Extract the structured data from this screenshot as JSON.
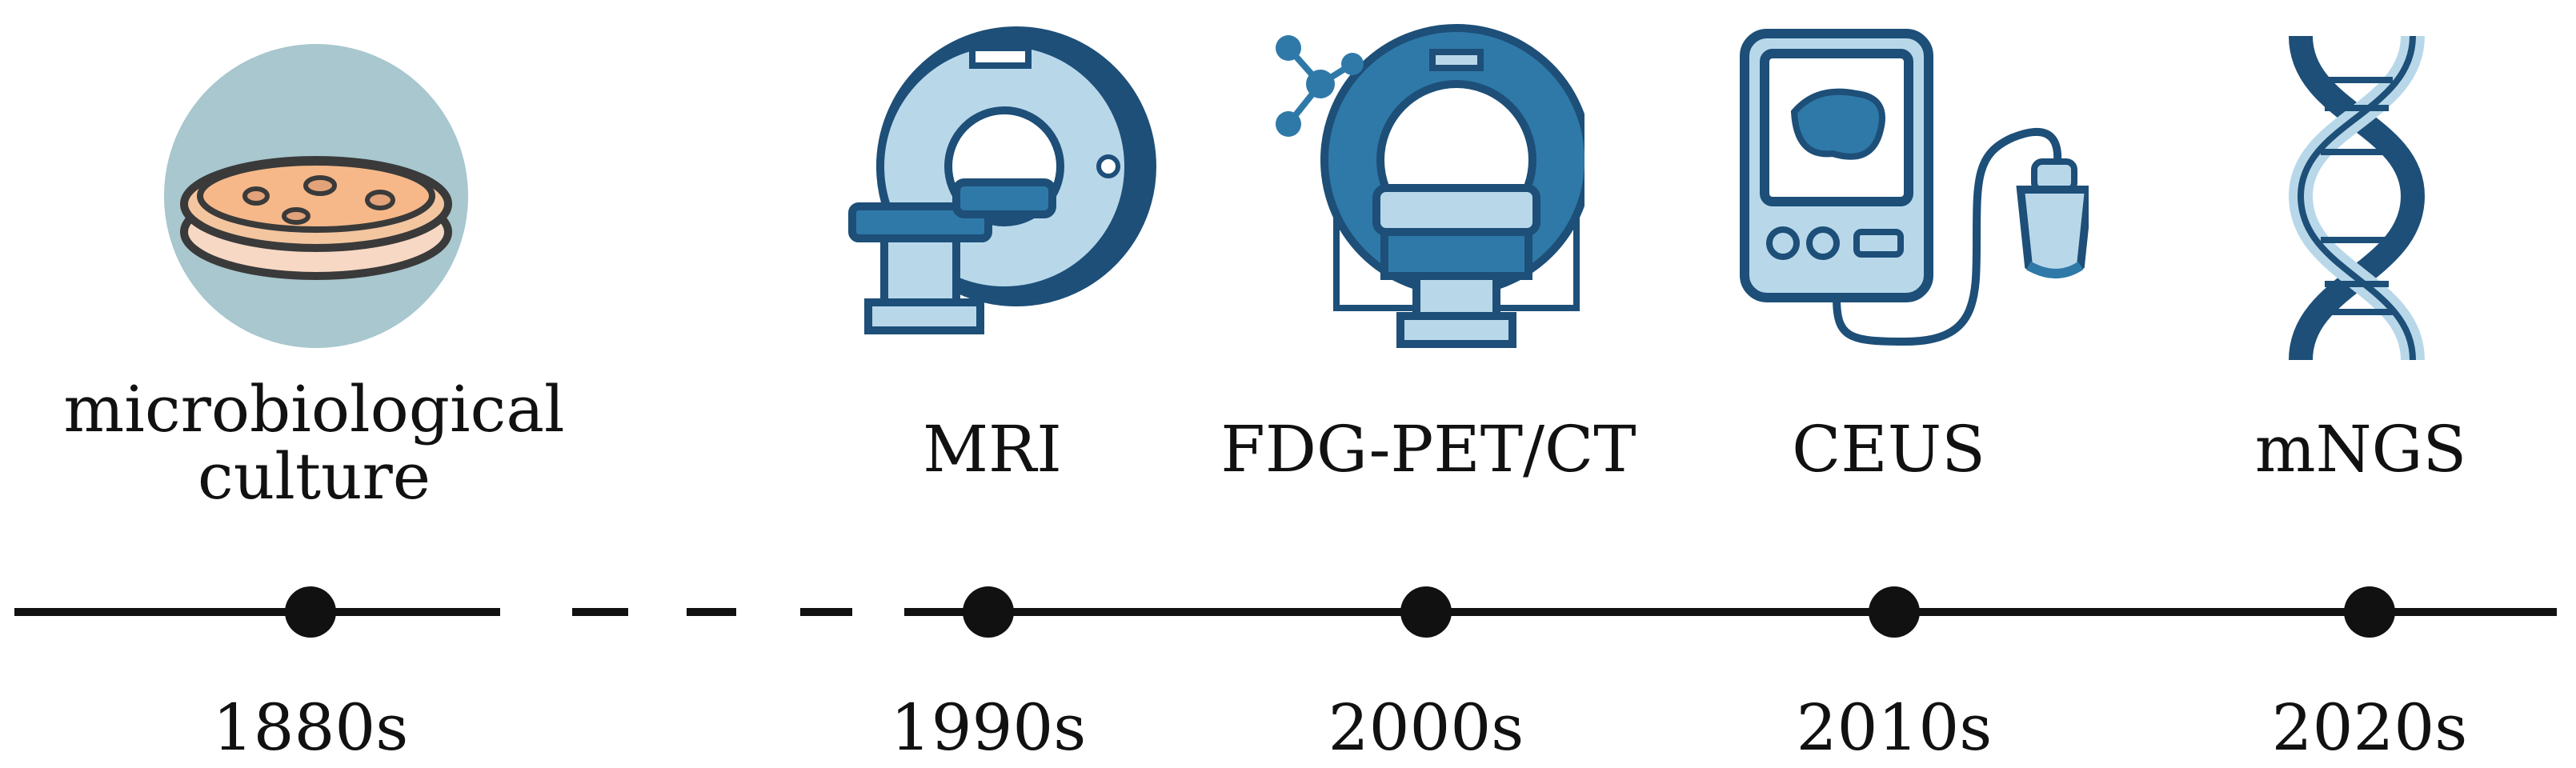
{
  "milestones": [
    {
      "id": "culture",
      "label_lines": [
        "microbiological",
        "culture"
      ],
      "year": "1880s",
      "icon": "petri-dish-icon"
    },
    {
      "id": "mri",
      "label_lines": [
        "MRI"
      ],
      "year": "1990s",
      "icon": "mri-scanner-icon"
    },
    {
      "id": "pet",
      "label_lines": [
        "FDG-PET/CT"
      ],
      "year": "2000s",
      "icon": "pet-ct-scanner-icon"
    },
    {
      "id": "ceus",
      "label_lines": [
        "CEUS"
      ],
      "year": "2010s",
      "icon": "ultrasound-device-icon"
    },
    {
      "id": "mngs",
      "label_lines": [
        "mNGS"
      ],
      "year": "2020s",
      "icon": "dna-helix-icon"
    }
  ],
  "colors": {
    "line": "#111111",
    "accent_dark": "#1d4f78",
    "accent_mid": "#2f79a8",
    "accent_light": "#b8d8ea",
    "culture_circle": "#a8c7cf",
    "culture_medium": "#f3c6a0"
  }
}
